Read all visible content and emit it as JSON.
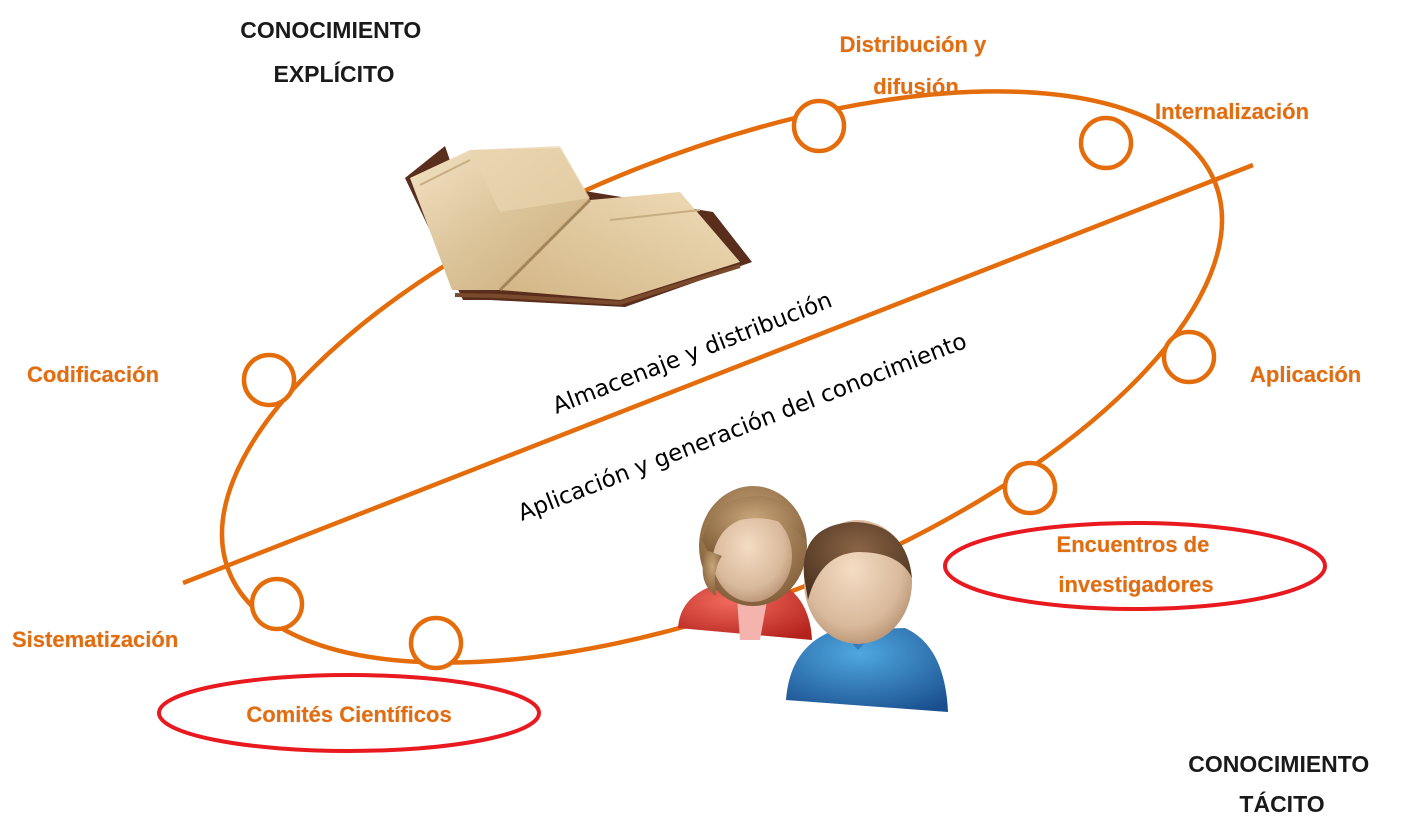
{
  "regions": {
    "explicit": [
      "CONOCIMIENTO",
      "EXPLÍCITO"
    ],
    "tacit": [
      "CONOCIMIENTO",
      "TÁCITO"
    ]
  },
  "axis_labels": {
    "upper": "Almacenaje y distribución",
    "lower": "Aplicación y generación del conocimiento"
  },
  "stages": {
    "distribution": [
      "Distribución  y",
      "difusión"
    ],
    "internalization": "Internalización",
    "codification": "Codificación",
    "application": "Aplicación",
    "systematization": "Sistematización"
  },
  "highlighted": {
    "meetings": [
      "Encuentros de",
      "investigadores"
    ],
    "committees": "Comités Científicos"
  },
  "icons": {
    "book": "open-book-icon",
    "people": "two-people-icon"
  },
  "colors": {
    "cycle": "#e46c0a",
    "highlight_ellipse": "#e8191f",
    "region_text": "#1a1a1a"
  }
}
